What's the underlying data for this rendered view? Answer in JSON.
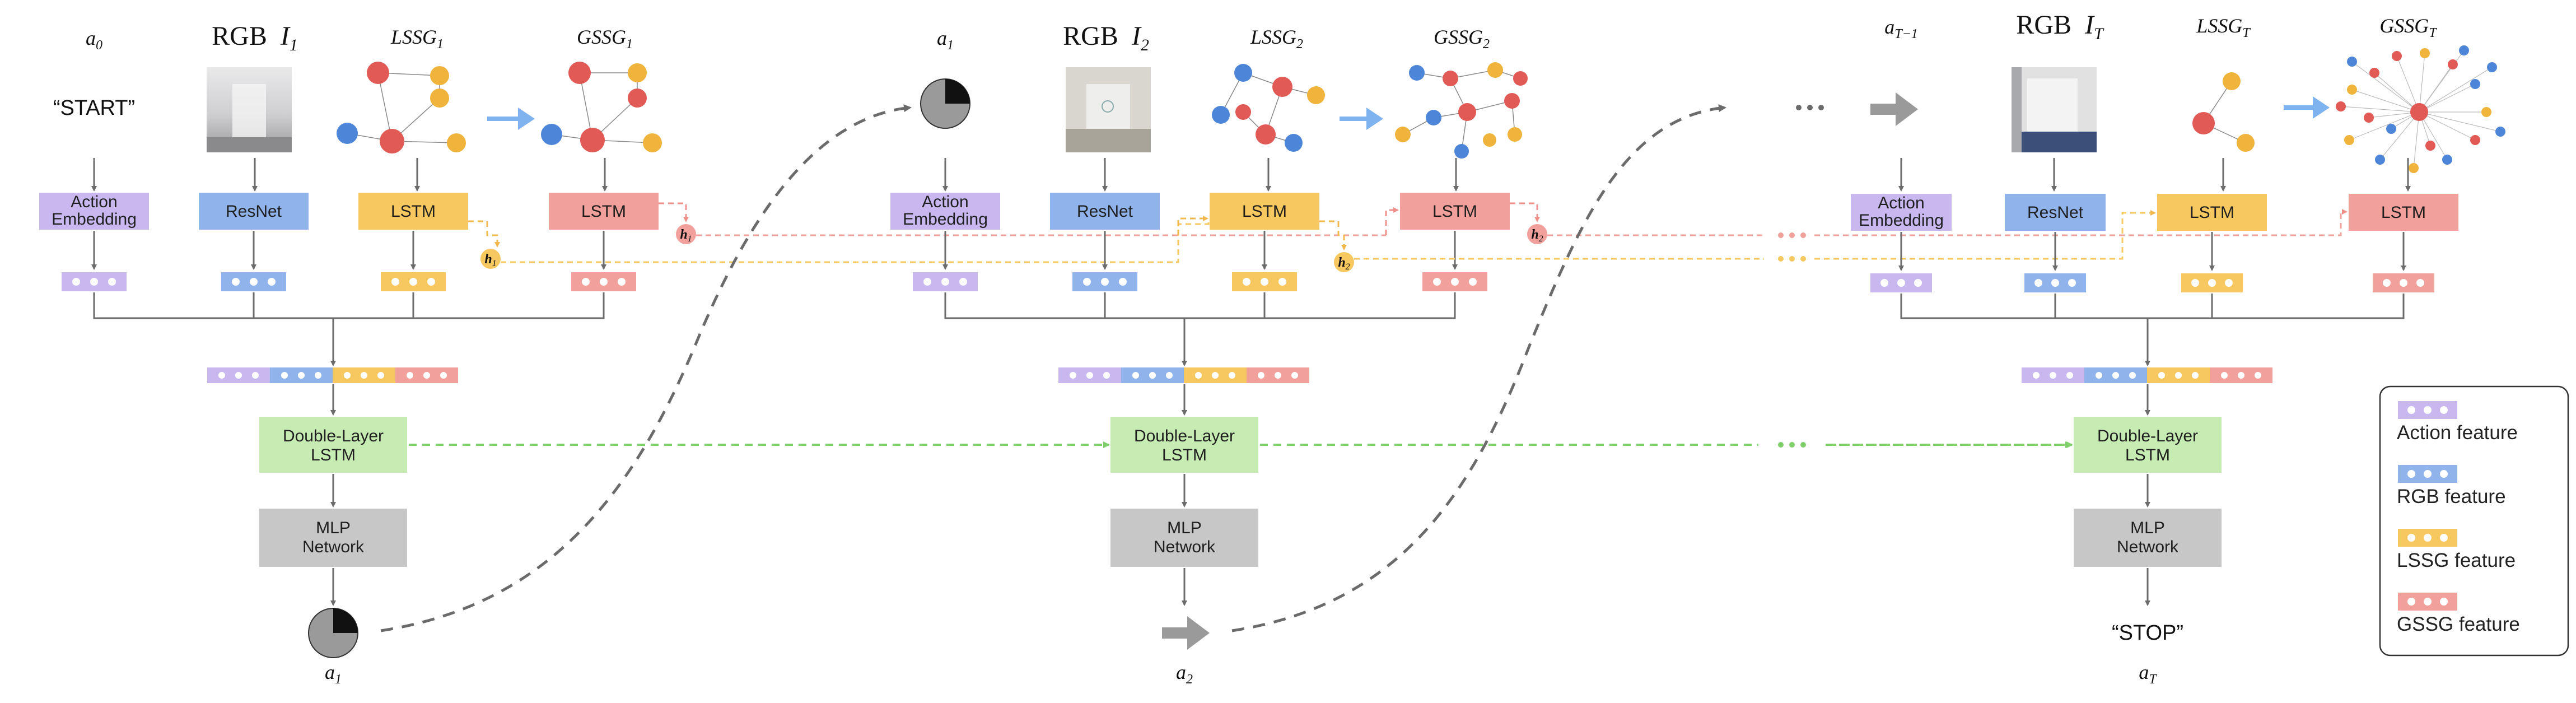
{
  "steps": [
    {
      "action_label": "a",
      "action_sub": "0",
      "action_extra": "",
      "start_text": "“START”",
      "rgb_word": "RGB",
      "rgb_var": "I",
      "rgb_sub": "1",
      "lssg_label": "LSSG",
      "lssg_sub": "1",
      "gssg_label": "GSSG",
      "gssg_sub": "1",
      "action_embedding": [
        "Action",
        "Embedding"
      ],
      "resnet": "ResNet",
      "lstm": "LSTM",
      "gssg_lstm": "LSTM",
      "h_label": "h",
      "h_sub": "1",
      "dl_lstm": [
        "Double-Layer",
        "LSTM"
      ],
      "mlp": [
        "MLP",
        "Network"
      ],
      "out_label": "a",
      "out_sub": "1"
    },
    {
      "action_label": "a",
      "action_sub": "1",
      "action_extra": "",
      "rgb_word": "RGB",
      "rgb_var": "I",
      "rgb_sub": "2",
      "lssg_label": "LSSG",
      "lssg_sub": "2",
      "gssg_label": "GSSG",
      "gssg_sub": "2",
      "action_embedding": [
        "Action",
        "Embedding"
      ],
      "resnet": "ResNet",
      "lstm": "LSTM",
      "gssg_lstm": "LSTM",
      "h_label": "h",
      "h_sub": "2",
      "dl_lstm": [
        "Double-Layer",
        "LSTM"
      ],
      "mlp": [
        "MLP",
        "Network"
      ],
      "out_label": "a",
      "out_sub": "2"
    },
    {
      "action_label": "a",
      "action_sub": "T−1",
      "action_extra": "",
      "rgb_word": "RGB",
      "rgb_var": "I",
      "rgb_sub": "T",
      "lssg_label": "LSSG",
      "lssg_sub": "T",
      "gssg_label": "GSSG",
      "gssg_sub": "T",
      "action_embedding": [
        "Action",
        "Embedding"
      ],
      "resnet": "ResNet",
      "lstm": "LSTM",
      "gssg_lstm": "LSTM",
      "dl_lstm": [
        "Double-Layer",
        "LSTM"
      ],
      "mlp": [
        "MLP",
        "Network"
      ],
      "stop_text": "“STOP”",
      "out_label": "a",
      "out_sub": "T"
    }
  ],
  "legend": [
    {
      "label": "Action feature",
      "color": "#c9b8ef"
    },
    {
      "label": "RGB feature",
      "color": "#8fb3ea"
    },
    {
      "label": "LSSG feature",
      "color": "#f6c85f"
    },
    {
      "label": "GSSG feature",
      "color": "#f2a09b"
    }
  ],
  "colors": {
    "action": "#c9b8ef",
    "resnet": "#8fb3ea",
    "lssg": "#f6c85f",
    "gssg": "#f2a09b",
    "dl_lstm": "#c6ecb4",
    "mlp": "#c7c7c7",
    "arrow": "#6b6b6b",
    "sg_arrow": "#7fb3f0"
  }
}
